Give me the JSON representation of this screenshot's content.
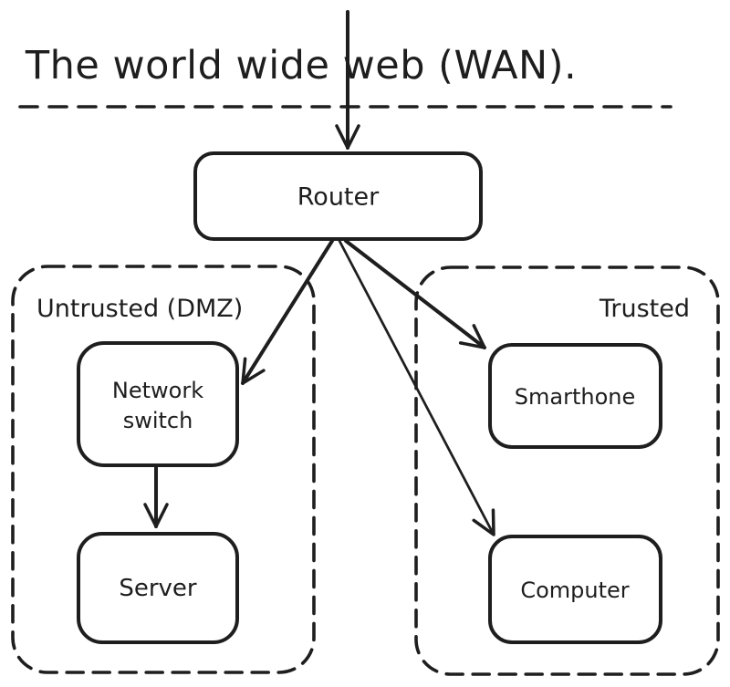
{
  "title": "The world wide web (WAN).",
  "colors": {
    "ink": "#1e1e1e",
    "background": "#ffffff"
  },
  "zones": {
    "untrusted": {
      "label": "Untrusted (DMZ)"
    },
    "trusted": {
      "label": "Trusted"
    }
  },
  "nodes": {
    "router": {
      "label": "Router"
    },
    "network_switch": {
      "label": "Network switch",
      "lines": [
        "Network",
        "switch"
      ]
    },
    "server": {
      "label": "Server"
    },
    "smartphone": {
      "label": "Smarthone"
    },
    "computer": {
      "label": "Computer"
    }
  },
  "edges": [
    {
      "from": "WAN",
      "to": "Router",
      "style": "arrow"
    },
    {
      "from": "Router",
      "to": "Network switch",
      "style": "arrow"
    },
    {
      "from": "Router",
      "to": "Smarthone",
      "style": "arrow"
    },
    {
      "from": "Router",
      "to": "Computer",
      "style": "arrow-thin"
    },
    {
      "from": "Network switch",
      "to": "Server",
      "style": "arrow"
    }
  ]
}
